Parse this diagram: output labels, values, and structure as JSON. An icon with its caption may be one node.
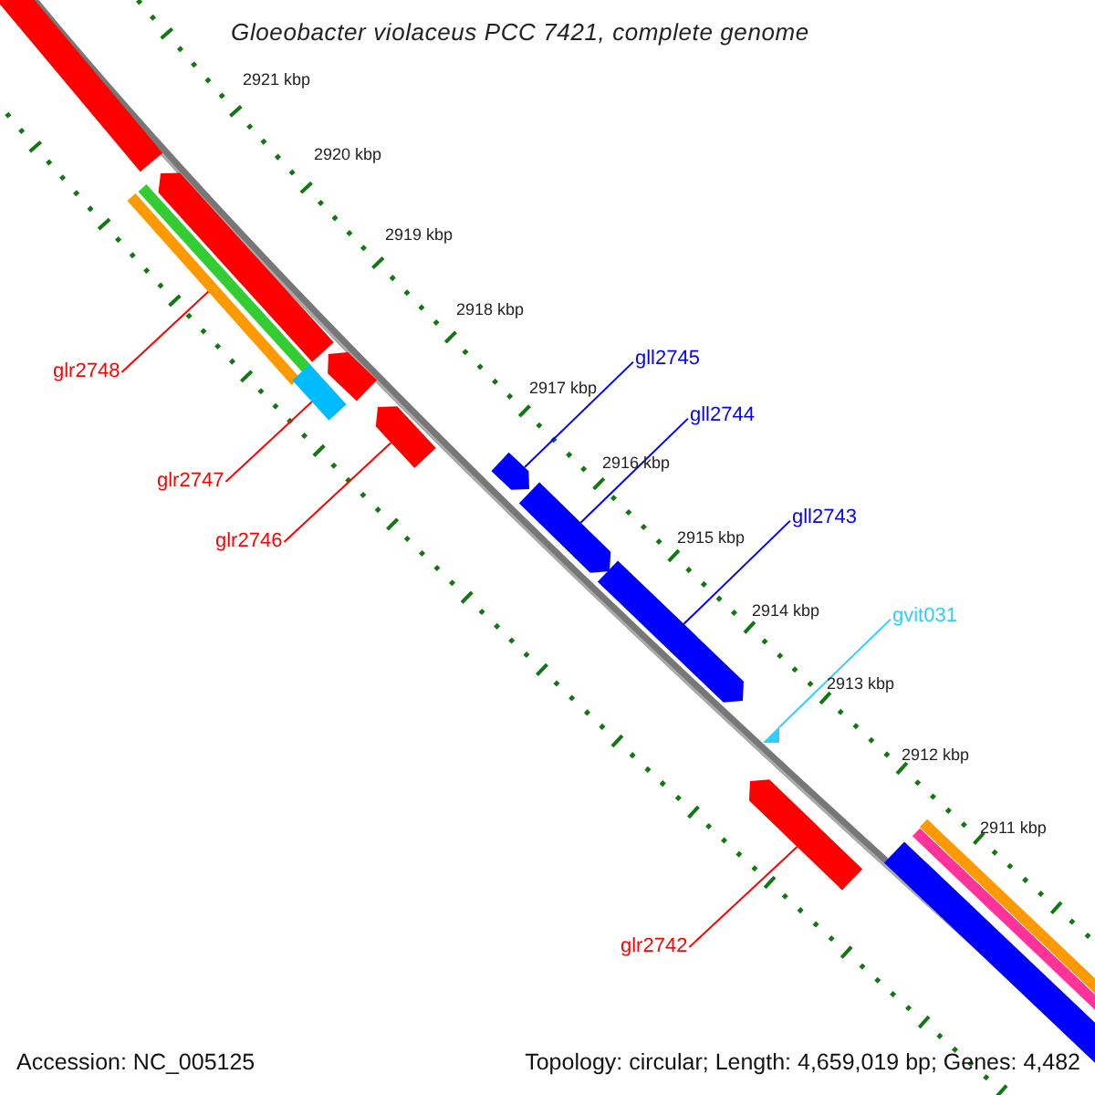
{
  "diagram": {
    "title": "Gloeobacter violaceus PCC 7421, complete genome",
    "nodes": [
      {
        "text": [
          "glr2748"
        ]
      },
      {
        "text": [
          "glr2747"
        ]
      },
      {
        "text": [
          "glr2746"
        ]
      },
      {
        "text": [
          "gll2745"
        ]
      },
      {
        "text": [
          "gll2744"
        ]
      },
      {
        "text": [
          "gll2743"
        ]
      },
      {
        "text": [
          "gvit031"
        ]
      },
      {
        "text": [
          "glr2742"
        ]
      },
      {
        "text": [],
        "shape": "bar"
      },
      {
        "text": [],
        "shape": "bar"
      },
      {
        "text": [],
        "shape": "bar"
      },
      {
        "text": [],
        "shape": "bar"
      },
      {
        "text": [],
        "shape": "bar"
      },
      {
        "text": [],
        "shape": "bar"
      },
      {
        "text": [],
        "shape": "bar"
      },
      {
        "text": [],
        "shape": "bar"
      },
      {
        "text": [],
        "shape": "bar"
      },
      {
        "text": [],
        "shape": "bar"
      },
      {
        "text": [],
        "shape": "triangle"
      },
      {
        "text": [],
        "shape": "bar"
      },
      {
        "text": [],
        "shape": "bar"
      },
      {
        "text": [],
        "shape": "bar"
      },
      {
        "text": [],
        "shape": "bar"
      }
    ],
    "edges": [
      {
        "from": 0,
        "to": 11,
        "arrow": "none"
      },
      {
        "from": 1,
        "to": 13,
        "arrow": "none"
      },
      {
        "from": 2,
        "to": 14,
        "arrow": "none"
      },
      {
        "from": 3,
        "to": 15,
        "arrow": "none",
        "color": "#0000ff"
      },
      {
        "from": 4,
        "to": 16,
        "arrow": "none",
        "color": "#0000ff"
      },
      {
        "from": 5,
        "to": 17,
        "arrow": "none",
        "color": "#0000ff"
      },
      {
        "from": 6,
        "to": 18,
        "arrow": "none",
        "color": "#33ccff"
      },
      {
        "from": 7,
        "to": 19,
        "arrow": "none"
      }
    ],
    "labels": [
      "2921 kbp",
      "2920 kbp",
      "2919 kbp",
      "2918 kbp",
      "2917 kbp",
      "2916 kbp",
      "2915 kbp",
      "2914 kbp",
      "2913 kbp",
      "2912 kbp",
      "2911 kbp",
      "Accession: NC_005125",
      "Topology: circular; Length: 4,659,019 bp; Genes: 4,482"
    ]
  }
}
